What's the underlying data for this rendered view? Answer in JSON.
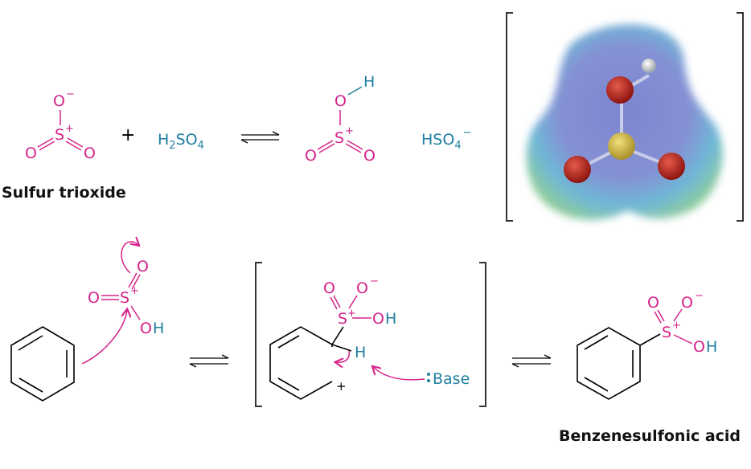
{
  "colors": {
    "magenta": "#d6228a",
    "teal": "#1f7fa0",
    "black": "#000000"
  },
  "reaction1": {
    "reactant1": {
      "name": "Sulfur trioxide",
      "atoms": {
        "S": "S",
        "O_top": "O",
        "O_left": "O",
        "O_right": "O"
      },
      "charges": {
        "S": "+",
        "O_top": "−"
      }
    },
    "plus": "+",
    "reactant2": {
      "formula_main": "H",
      "sub1": "2",
      "formula_mid": "SO",
      "sub2": "4"
    },
    "product1": {
      "atoms": {
        "S": "S",
        "O_top": "O",
        "H": "H",
        "O_left": "O",
        "O_right": "O"
      },
      "charges": {
        "S": "+"
      }
    },
    "product2": {
      "formula_main": "HSO",
      "sub": "4",
      "charge": "−"
    },
    "model_3d": "electrostatic-potential-map-protonated-SO3"
  },
  "reaction2": {
    "electrophile": {
      "atoms": {
        "S": "S",
        "O_left": "O",
        "O_top": "O",
        "O_oh": "O",
        "H": "H"
      },
      "charges": {
        "S": "+"
      }
    },
    "intermediate": {
      "atoms": {
        "S": "S",
        "O_dbl": "O",
        "O_neg": "O",
        "O_oh": "O",
        "H_oh": "H",
        "H_ring": "H"
      },
      "charges": {
        "S": "+",
        "O_neg": "−",
        "ring": "+"
      },
      "base_label": "Base",
      "base_lone_pair": ":"
    },
    "product": {
      "name": "Benzenesulfonic acid",
      "atoms": {
        "S": "S",
        "O_dbl": "O",
        "O_neg": "O",
        "O_oh": "O",
        "H": "H"
      },
      "charges": {
        "S": "+",
        "O_neg": "−"
      }
    }
  }
}
